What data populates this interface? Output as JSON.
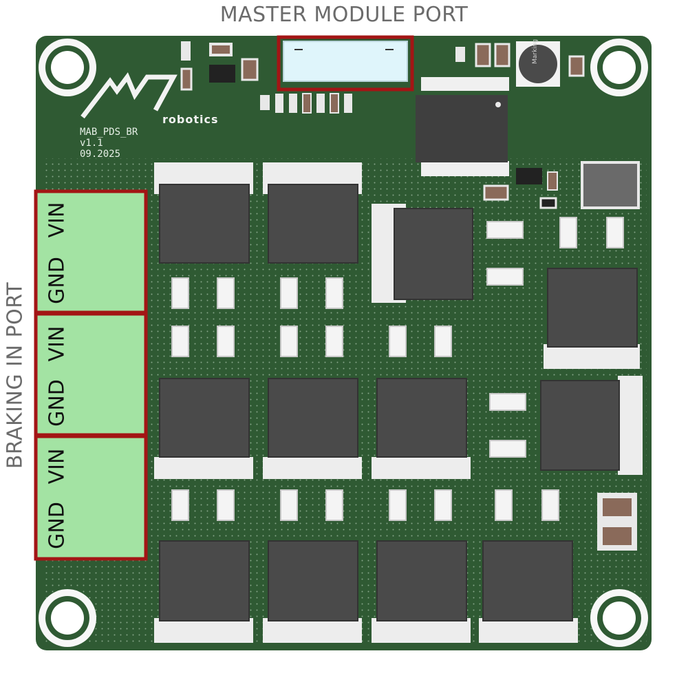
{
  "labels": {
    "master_port": "MASTER MODULE PORT",
    "braking_port": "BRAKING IN PORT"
  },
  "silkscreen": {
    "brand": "robotics",
    "board_name": "MAB_PDS_BR",
    "version": "v1.1",
    "date": "09.2025",
    "inductor_marking": "Marking"
  },
  "terminals": [
    {
      "pin_top": "VIN",
      "pin_bottom": "GND"
    },
    {
      "pin_top": "VIN",
      "pin_bottom": "GND"
    },
    {
      "pin_top": "VIN",
      "pin_bottom": "GND"
    }
  ],
  "colors": {
    "pcb": "#2f5a33",
    "pcb_dark": "#244a28",
    "highlight": "#a31515",
    "terminal": "#a3e3a3",
    "connector": "#dff5fb",
    "package": "#4a4a4a",
    "pad": "#e8e8e8"
  }
}
